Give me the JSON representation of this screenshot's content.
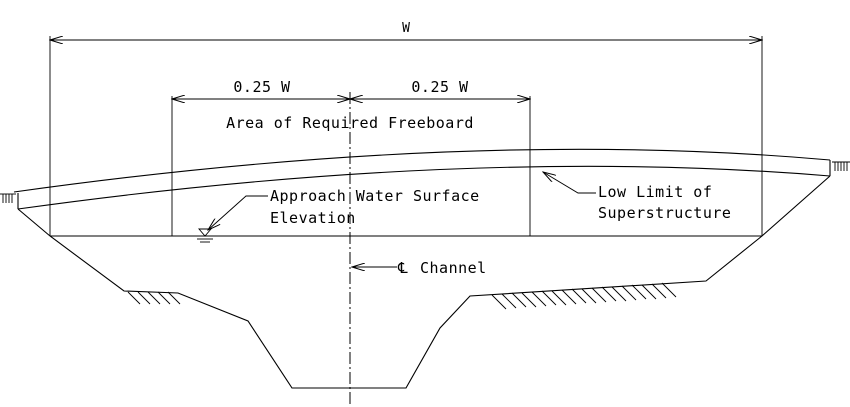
{
  "labels": {
    "width": "W",
    "quarter_left": "0.25 W",
    "quarter_right": "0.25 W",
    "freeboard": "Area of Required Freeboard",
    "water_line1": "Approach Water Surface",
    "water_line2": "Elevation",
    "low_limit_line1": "Low Limit of",
    "low_limit_line2": "Superstructure",
    "centerline_symbol": "℄",
    "channel": "Channel"
  }
}
